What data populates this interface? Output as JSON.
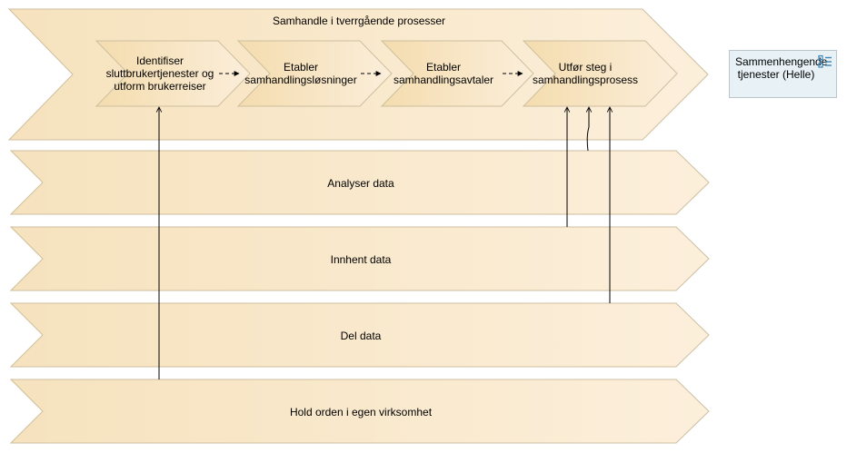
{
  "main_process": {
    "label": "Samhandle i tverrgående prosesser"
  },
  "steps": [
    {
      "label": "Identifiser sluttbrukertjenester og utform brukerreiser"
    },
    {
      "label": "Etabler samhandlingsløsninger"
    },
    {
      "label": "Etabler samhandlingsavtaler"
    },
    {
      "label": "Utfør steg i samhandlingsprosess"
    }
  ],
  "bands": [
    {
      "label": "Analyser data"
    },
    {
      "label": "Innhent data"
    },
    {
      "label": "Del data"
    },
    {
      "label": "Hold orden i egen virksomhet"
    }
  ],
  "service": {
    "label": "Sammenhengende tjenester (Helle)",
    "icon": "business-service-icon"
  },
  "colors": {
    "fill": "#fae8c9",
    "stroke": "#cdbf9f",
    "service_fill": "#e8f1f6",
    "service_icon": "#3f86b5"
  }
}
